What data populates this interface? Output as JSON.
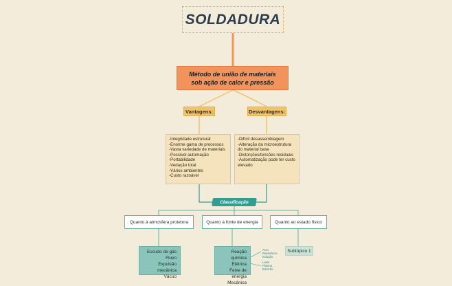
{
  "title": "SOLDADURA",
  "method": {
    "line1": "Método de união de materiais",
    "line2": "sob ação de calor e pressão"
  },
  "advantages": {
    "label": "Vantagens:",
    "items": [
      "-Integridade estrutural",
      "-Enorme gama de processos",
      "-Vasta variedade de materiais",
      "-Possível automação",
      "-Portabilidade",
      "-Vedação total",
      "-Vários ambientes",
      "-Custo razoável"
    ]
  },
  "disadvantages": {
    "label": "Desvantagens:",
    "items": [
      "-Difícil desassemblagem",
      "-Alteração da microestrutura do material base",
      "-Distorções/tensões residuais",
      "-Automatização pode ter custo elevado"
    ]
  },
  "classification": {
    "label": "Classificação",
    "categories": [
      {
        "label": "Quanto à atmosfera protetora",
        "items": [
          "Escudo de gás",
          "Fluxo",
          "Expulsão mecânica",
          "Vácuo"
        ]
      },
      {
        "label": "Quanto à fonte de energia",
        "items": [
          "Reação química",
          "Elétrica",
          "Feixe de energia",
          "Mecânica"
        ]
      },
      {
        "label": "Quanto ao estado físico",
        "items": [
          "Subtópico 1"
        ]
      }
    ],
    "electric_sub": [
      "Arco",
      "Resistência",
      "Indução"
    ],
    "beam_sub": [
      "Laser",
      "Plasma",
      "Electrão"
    ]
  },
  "colors": {
    "background": "#f4ecda",
    "title_border": "#f0b25a",
    "method_fill": "#f2935c",
    "tag_fill": "#f0c46d",
    "list_fill": "#f5e3bd",
    "teal": "#2f9d8f",
    "category_border": "#5fb5a8",
    "leaf_fill": "#8ac4ba"
  }
}
